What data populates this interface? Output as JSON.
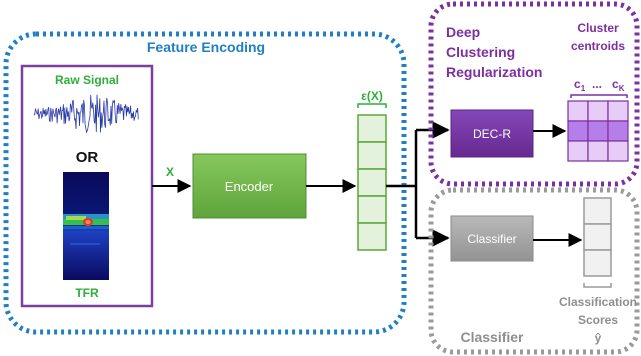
{
  "feature_encoding": {
    "title": "Feature Encoding",
    "raw_signal_label": "Raw Signal",
    "or_label": "OR",
    "tfr_label": "TFR",
    "input_label": "X",
    "encoder_label": "Encoder",
    "embedding_label": "ε(X)"
  },
  "clustering": {
    "title_line1": "Deep",
    "title_line2": "Clustering",
    "title_line3": "Regularization",
    "block_label": "DEC-R",
    "centroids_line1": "Cluster",
    "centroids_line2": "centroids",
    "c1_label": "c",
    "c1_sub": "1",
    "dots_label": "...",
    "ck_label": "c",
    "ck_sub": "K"
  },
  "classifier": {
    "section_label": "Classifier",
    "block_label": "Classifier",
    "scores_line1": "Classification",
    "scores_line2": "Scores",
    "scores_symbol": "ŷ"
  },
  "colors": {
    "feature_border": "#1f7fc4",
    "feature_title": "#1f7fc4",
    "input_box_border": "#7b3f9e",
    "green_text": "#2fae3b",
    "encoder_fill": "#72b84a",
    "embedding_fill": "#e4f1dc",
    "embedding_border": "#5aa83a",
    "cluster_border": "#7c2fa0",
    "cluster_title": "#7c2fa0",
    "decr_fill": "#7436a6",
    "centroid_fill": "#b57ee8",
    "classifier_border": "#9a9a9a",
    "classifier_fill": "#a9a9a9"
  }
}
